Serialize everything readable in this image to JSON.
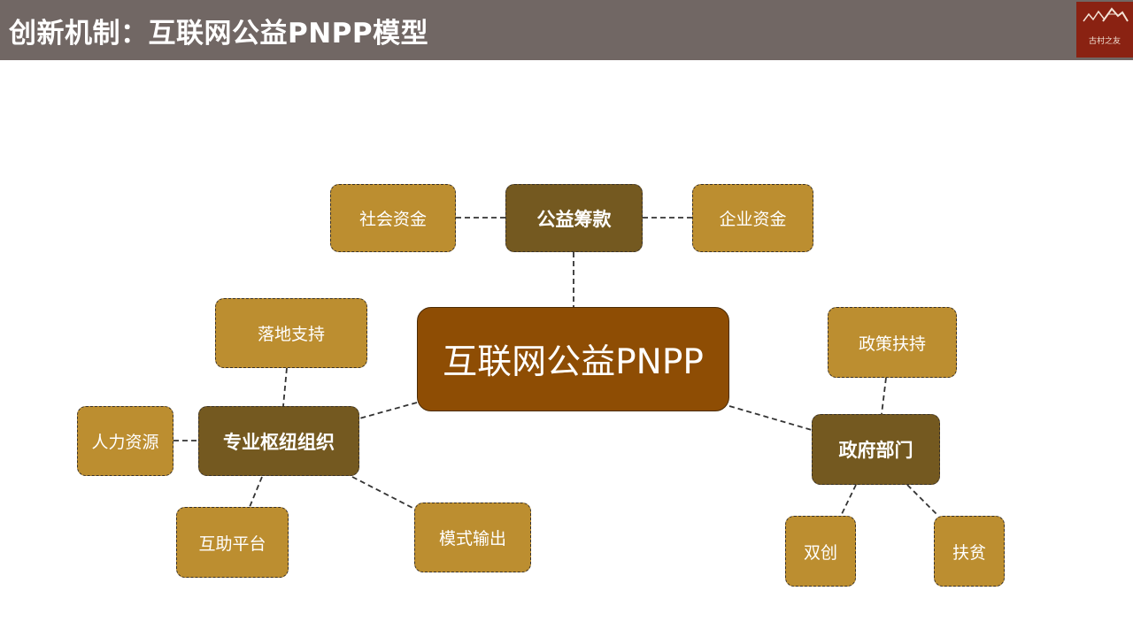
{
  "header": {
    "title": "创新机制：互联网公益PNPP模型",
    "logo_text": "古村之友"
  },
  "diagram": {
    "center": "互联网公益PNPP",
    "top": {
      "hub": "公益筹款",
      "left": "社会资金",
      "right": "企业资金"
    },
    "left": {
      "hub": "专业枢纽组织",
      "up": "落地支持",
      "side": "人力资源",
      "down_left": "互助平台",
      "down_right": "模式输出"
    },
    "right": {
      "hub": "政府部门",
      "up": "政策扶持",
      "down_left": "双创",
      "down_right": "扶贫"
    }
  },
  "colors": {
    "header_bg": "#716764",
    "leaf": "#bc8e30",
    "hub": "#745920",
    "center": "#8e4d04",
    "logo_bg": "#8a2212"
  }
}
